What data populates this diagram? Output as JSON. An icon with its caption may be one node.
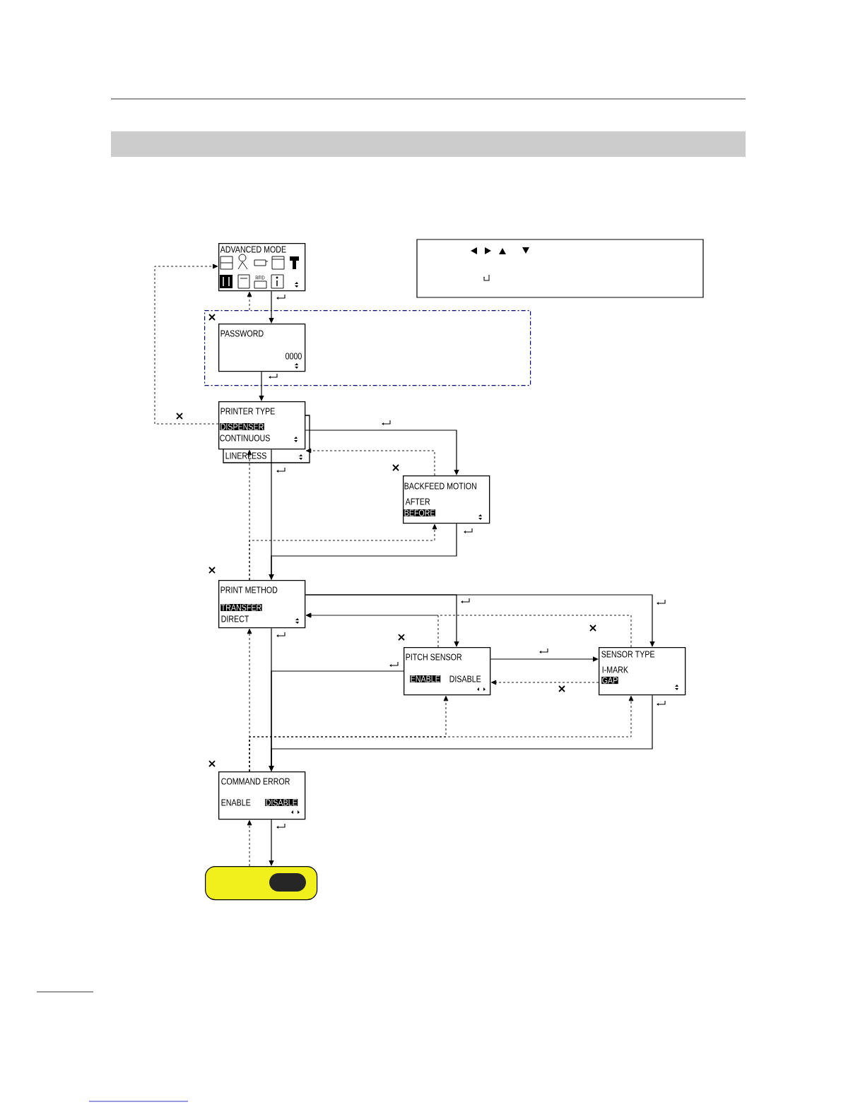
{
  "diagram": {
    "nodes": [
      {
        "text": [
          "ADVANCED MODE"
        ]
      },
      {
        "text": [],
        "shape": "box"
      },
      {
        "text": [
          "PASSWORD",
          "0000"
        ],
        "in": 1
      },
      {
        "text": [
          "PRINTER TYPE",
          "DISPENSER",
          "CONTINUOUS",
          "LINERLESS"
        ]
      },
      {
        "text": [
          "BACKFEED MOTION",
          "AFTER",
          "BEFORE"
        ]
      },
      {
        "text": [
          "PRINT METHOD",
          "TRANSFER",
          "DIRECT"
        ]
      },
      {
        "text": [
          "PITCH SENSOR",
          "ENABLE",
          "DISABLE"
        ]
      },
      {
        "text": [
          "SENSOR TYPE",
          "I-MARK",
          "GAP"
        ]
      },
      {
        "text": [
          "COMMAND ERROR",
          "ENABLE",
          "DISABLE"
        ]
      },
      {
        "text": [],
        "shape": "box"
      }
    ],
    "edges": [
      {
        "from": 0,
        "to": 2,
        "arrow": "to"
      },
      {
        "from": 1,
        "to": 0,
        "arrow": "to",
        "style": "dashed"
      },
      {
        "from": 2,
        "to": 3,
        "arrow": "to"
      },
      {
        "from": 3,
        "to": 0,
        "arrow": "to",
        "style": "dashed"
      },
      {
        "from": 3,
        "to": 4,
        "arrow": "to"
      },
      {
        "from": 4,
        "to": 3,
        "arrow": "to",
        "style": "dashed"
      },
      {
        "from": 3,
        "to": 5,
        "arrow": "to"
      },
      {
        "from": 4,
        "to": 5,
        "arrow": "to"
      },
      {
        "from": 5,
        "to": 3,
        "arrow": "to",
        "style": "dashed"
      },
      {
        "from": 5,
        "to": 4,
        "arrow": "to",
        "style": "dashed"
      },
      {
        "from": 5,
        "to": 6,
        "arrow": "to"
      },
      {
        "from": 5,
        "to": 7,
        "arrow": "to"
      },
      {
        "from": 6,
        "to": 5,
        "arrow": "to",
        "style": "dashed"
      },
      {
        "from": 7,
        "to": 5,
        "arrow": "to",
        "style": "dashed"
      },
      {
        "from": 6,
        "to": 7,
        "arrow": "to"
      },
      {
        "from": 7,
        "to": 6,
        "arrow": "to",
        "style": "dashed"
      },
      {
        "from": 6,
        "to": 8,
        "arrow": "to"
      },
      {
        "from": 5,
        "to": 8,
        "arrow": "to"
      },
      {
        "from": 7,
        "to": 8,
        "arrow": "to"
      },
      {
        "from": 8,
        "to": 5,
        "arrow": "to",
        "style": "dashed"
      },
      {
        "from": 8,
        "to": 6,
        "arrow": "to",
        "style": "dashed"
      },
      {
        "from": 8,
        "to": 7,
        "arrow": "to",
        "style": "dashed"
      },
      {
        "from": 8,
        "to": 9,
        "arrow": "to"
      },
      {
        "from": 9,
        "to": 8,
        "arrow": "to",
        "style": "dashed"
      }
    ],
    "labels": [
      "RFID"
    ]
  }
}
